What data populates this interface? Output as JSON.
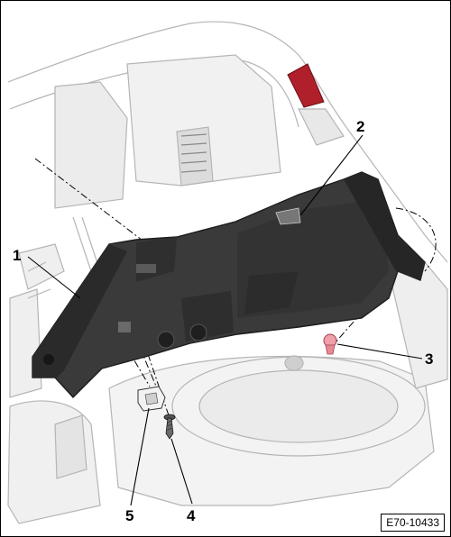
{
  "callouts": {
    "c1": "1",
    "c2": "2",
    "c3": "3",
    "c4": "4",
    "c5": "5"
  },
  "reference_code": "E70-10433",
  "colors": {
    "trim_panel": "#3a3a3a",
    "trim_panel_dark": "#232323",
    "body_lines": "#b5b5b5",
    "tail_light": "#b0202a",
    "clip_highlight": "#f0a0a8"
  }
}
